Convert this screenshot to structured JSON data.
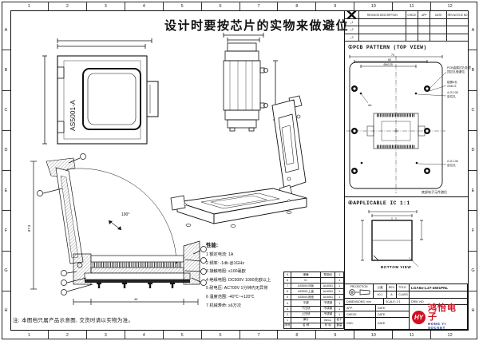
{
  "frame": {
    "columns": [
      "1",
      "2",
      "3",
      "4",
      "5",
      "6",
      "7",
      "8",
      "9",
      "10",
      "11",
      "12"
    ],
    "rows": [
      "A",
      "B",
      "C",
      "D",
      "E",
      "F",
      "G",
      "H"
    ]
  },
  "heading": "设计时要按芯片的实物来做避位",
  "revision": {
    "desc": "REVISION DESCRIPTION",
    "check": "CHECK",
    "app": "APP",
    "date": "DATE",
    "notice": "REV.NOTICE NO",
    "rows": [
      {
        "mark": "△1"
      },
      {
        "mark": "△2"
      },
      {
        "mark": "△3"
      }
    ]
  },
  "views": {
    "top_label": "AS5001-A",
    "pcb_heading": "①PCB PATTERN (TOP VIEW)",
    "pcb": {
      "dim1": "70",
      "dim2": "60",
      "dim3": "45±0.05",
      "a1": "A1",
      "ann_via1": "PCB金属过孔处理",
      "ann_via2": "顶过孔做避位",
      "ann_lock1": "锁紧4孔",
      "ann_lock2": "∅M2.5",
      "ann_loc41": "4-∅2.05",
      "ann_loc42": "定位孔",
      "ann_loc21": "2-∅1.05",
      "ann_loc22": "定位孔",
      "ann_bottom": "底部电子元件避位"
    },
    "ic_heading": "④APPLICABLE IC 1:1",
    "ic_bottom": "BOTTOM VIEW",
    "section": {
      "angle": "100°",
      "height": "87.3",
      "width": "46"
    }
  },
  "performance": {
    "title": "性能:",
    "items": [
      "1 额定电流: 1A",
      "2 频率:  -1db @1GHz",
      "3 接触电阻: ≤100毫欧",
      "4 绝缘电阻: DC500V 1000兆欧以上",
      "5 耐电压:  AC700V 1分钟内无异常",
      "6 温度范围: -40℃~+120℃",
      "7 机械寿命: ≥6万次"
    ]
  },
  "note": "注: 本图档只属产品示意图, 交货时请以实物为准。",
  "titleblock": {
    "bom": [
      {
        "no": "9",
        "name": "弹簧",
        "material": "琴钢丝",
        "qty": "1"
      },
      {
        "no": "8",
        "name": "IC",
        "material": "",
        "qty": "1"
      },
      {
        "no": "7",
        "name": "AS5001浮板",
        "material": "AL6061",
        "qty": "1"
      },
      {
        "no": "6",
        "name": "AS5001上盖",
        "material": "AL6061",
        "qty": "1"
      },
      {
        "no": "5",
        "name": "AS5001底座",
        "material": "AL6061",
        "qty": "1"
      },
      {
        "no": "4",
        "name": "平键",
        "material": "不锈钢",
        "qty": "1"
      },
      {
        "no": "3",
        "name": "下压块",
        "material": "不锈钢",
        "qty": "1"
      },
      {
        "no": "2",
        "name": "上压块",
        "material": "不锈钢",
        "qty": "1"
      },
      {
        "no": "1",
        "name": "弹针",
        "material": "BeCu",
        "qty": "若干"
      },
      {
        "no": "序号",
        "name": "名 称",
        "material": "材 料",
        "qty": "数量"
      }
    ],
    "projection": "PROJECTION",
    "tol_label": "公差",
    "tol_value": "±0.1",
    "rev_label": "REV",
    "rev_value": "A",
    "title_label": "TITLE",
    "title_value": "LGA64-1.27-4501PNL",
    "class_label": "CLASS",
    "dim_label": "DIMENSIONS: mm",
    "scale_label": "SCALE: 1:1",
    "drw_label": "DRW. NO",
    "app": "APP.",
    "check": "CHECK.",
    "dsg": "DSG.",
    "date": "DATE.",
    "logo_cn": "鸿怡电子",
    "logo_en": "HONG YI SOCKET",
    "logo_mono": "HY",
    "colors": {
      "red": "#d0101f",
      "navy": "#1b2f8a"
    }
  }
}
